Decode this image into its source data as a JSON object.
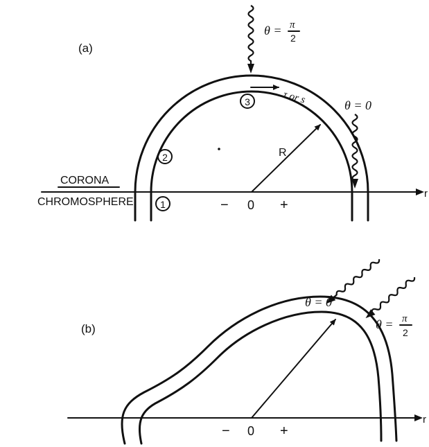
{
  "panel_a": {
    "label": "(a)",
    "theta_top": "θ = π/2",
    "theta_top_lhs": "θ =",
    "theta_top_num": "π",
    "theta_top_den": "2",
    "theta_right": "θ = 0",
    "tau_label": "τ or s",
    "radius_label": "R",
    "corona": "CORONA",
    "chromosphere": "CHROMOSPHERE",
    "region_1": "1",
    "region_2": "2",
    "region_3": "3",
    "minus": "−",
    "origin": "0",
    "plus": "+",
    "axis_label": "r"
  },
  "panel_b": {
    "label": "(b)",
    "theta_left": "θ = 0",
    "theta_right": "θ = π/2",
    "theta_right_lhs": "θ =",
    "theta_right_num": "π",
    "theta_right_den": "2",
    "minus": "−",
    "origin": "0",
    "plus": "+",
    "axis_label": "r"
  }
}
